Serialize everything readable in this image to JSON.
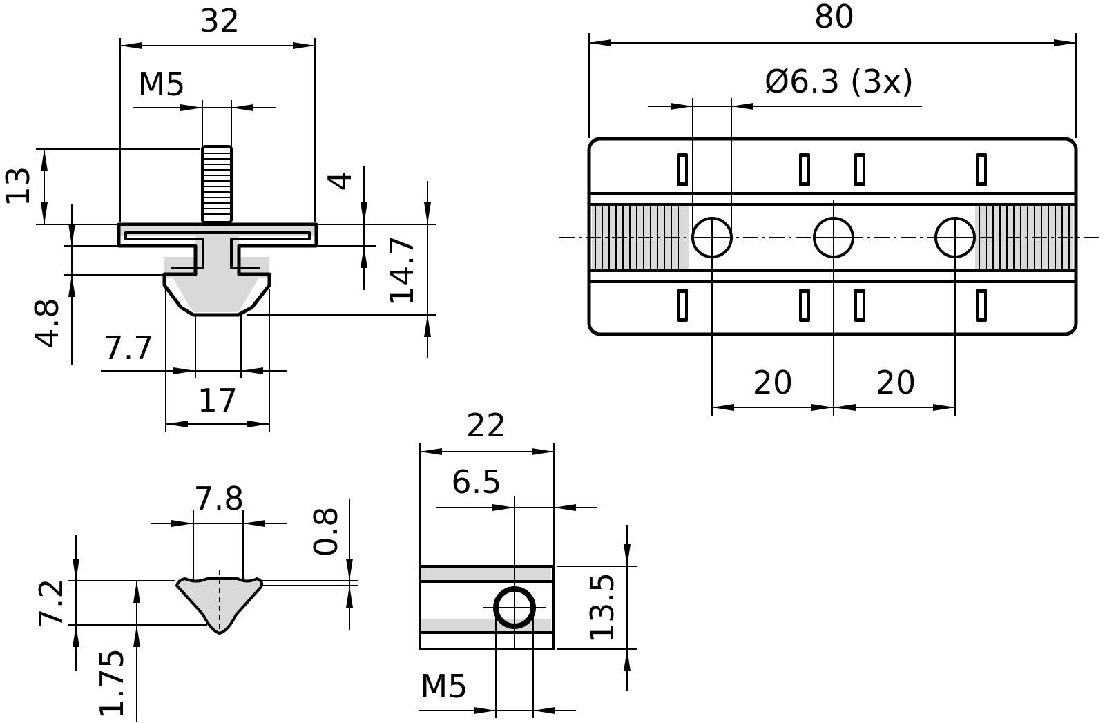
{
  "views": {
    "side": {
      "dim_32": "32",
      "dim_m5": "M5",
      "dim_13": "13",
      "dim_4": "4",
      "dim_14_7": "14.7",
      "dim_4_8": "4.8",
      "dim_7_7": "7.7",
      "dim_17": "17"
    },
    "top": {
      "dim_80": "80",
      "dim_hole": "Ø6.3 (3x)",
      "dim_20_left": "20",
      "dim_20_right": "20"
    },
    "nut_front": {
      "dim_7_8": "7.8",
      "dim_0_8": "0.8",
      "dim_7_2": "7.2",
      "dim_1_75": "1.75"
    },
    "nut_side": {
      "dim_22": "22",
      "dim_6_5": "6.5",
      "dim_13_5": "13.5",
      "dim_m5": "M5"
    }
  }
}
